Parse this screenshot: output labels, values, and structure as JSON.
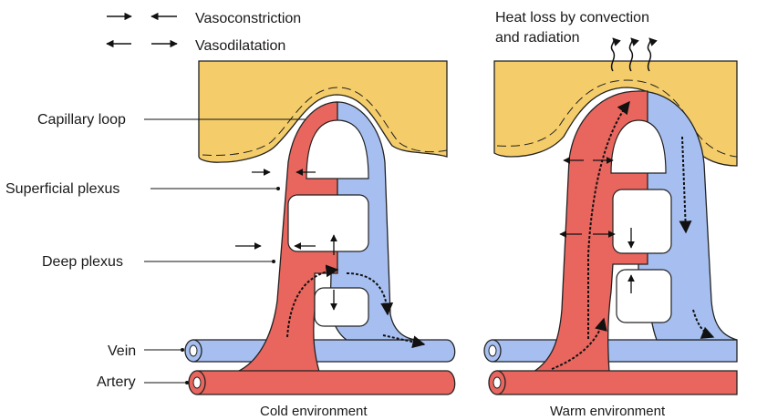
{
  "legend": {
    "vasoconstriction": "Vasoconstriction",
    "vasodilatation": "Vasodilatation"
  },
  "labels": {
    "heat_loss_line1": "Heat loss by convection",
    "heat_loss_line2": "and radiation",
    "capillary_loop": "Capillary loop",
    "superficial_plexus": "Superficial plexus",
    "deep_plexus": "Deep plexus",
    "vein": "Vein",
    "artery": "Artery"
  },
  "panels": {
    "cold": "Cold environment",
    "warm": "Warm environment"
  },
  "colors": {
    "skin": "#f4cd6a",
    "arterial": "#e8665e",
    "venous": "#a7bff0",
    "outline": "#222222"
  }
}
